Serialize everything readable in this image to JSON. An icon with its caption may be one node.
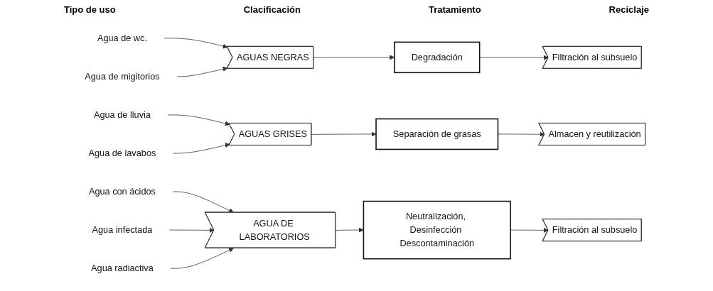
{
  "diagram": {
    "nodes": [
      {
        "text": [
          "Agua de wc."
        ]
      },
      {
        "text": [
          "Agua de migitorios"
        ]
      },
      {
        "text": [
          "Agua de lluvia"
        ]
      },
      {
        "text": [
          "Agua de lavabos"
        ]
      },
      {
        "text": [
          "Agua con ácidos"
        ]
      },
      {
        "text": [
          "Agua infectada"
        ]
      },
      {
        "text": [
          "Agua radiactiva"
        ]
      },
      {
        "text": [
          "AGUAS NEGRAS"
        ]
      },
      {
        "text": [
          "AGUAS GRISES"
        ]
      },
      {
        "text": [
          "AGUA DE LABORATORIOS"
        ]
      },
      {
        "text": [
          "Degradación"
        ]
      },
      {
        "text": [
          "Separación de grasas"
        ]
      },
      {
        "text": [
          "Neutralización, Desinfección Descontaminación"
        ]
      },
      {
        "text": [
          "Filtración al subsuelo"
        ]
      },
      {
        "text": [
          "Almacen y reutilización"
        ]
      },
      {
        "text": [
          "Filtración al subsuelo"
        ]
      }
    ],
    "edges": [
      {
        "from": 0,
        "to": 7,
        "arrow": "to"
      },
      {
        "from": 1,
        "to": 7,
        "arrow": "to"
      },
      {
        "from": 2,
        "to": 8,
        "arrow": "to"
      },
      {
        "from": 3,
        "to": 8,
        "arrow": "to"
      },
      {
        "from": 4,
        "to": 9,
        "arrow": "to"
      },
      {
        "from": 5,
        "to": 9,
        "arrow": "to"
      },
      {
        "from": 6,
        "to": 9,
        "arrow": "to"
      },
      {
        "from": 7,
        "to": 10,
        "arrow": "to"
      },
      {
        "from": 8,
        "to": 11,
        "arrow": "to"
      },
      {
        "from": 9,
        "to": 12,
        "arrow": "to"
      },
      {
        "from": 10,
        "to": 13,
        "arrow": "to"
      },
      {
        "from": 11,
        "to": 14,
        "arrow": "to"
      },
      {
        "from": 12,
        "to": 15,
        "arrow": "to"
      }
    ],
    "labels": [
      "Tipo de uso",
      "Clacificación",
      "Tratamiento",
      "Reciclaje"
    ]
  }
}
